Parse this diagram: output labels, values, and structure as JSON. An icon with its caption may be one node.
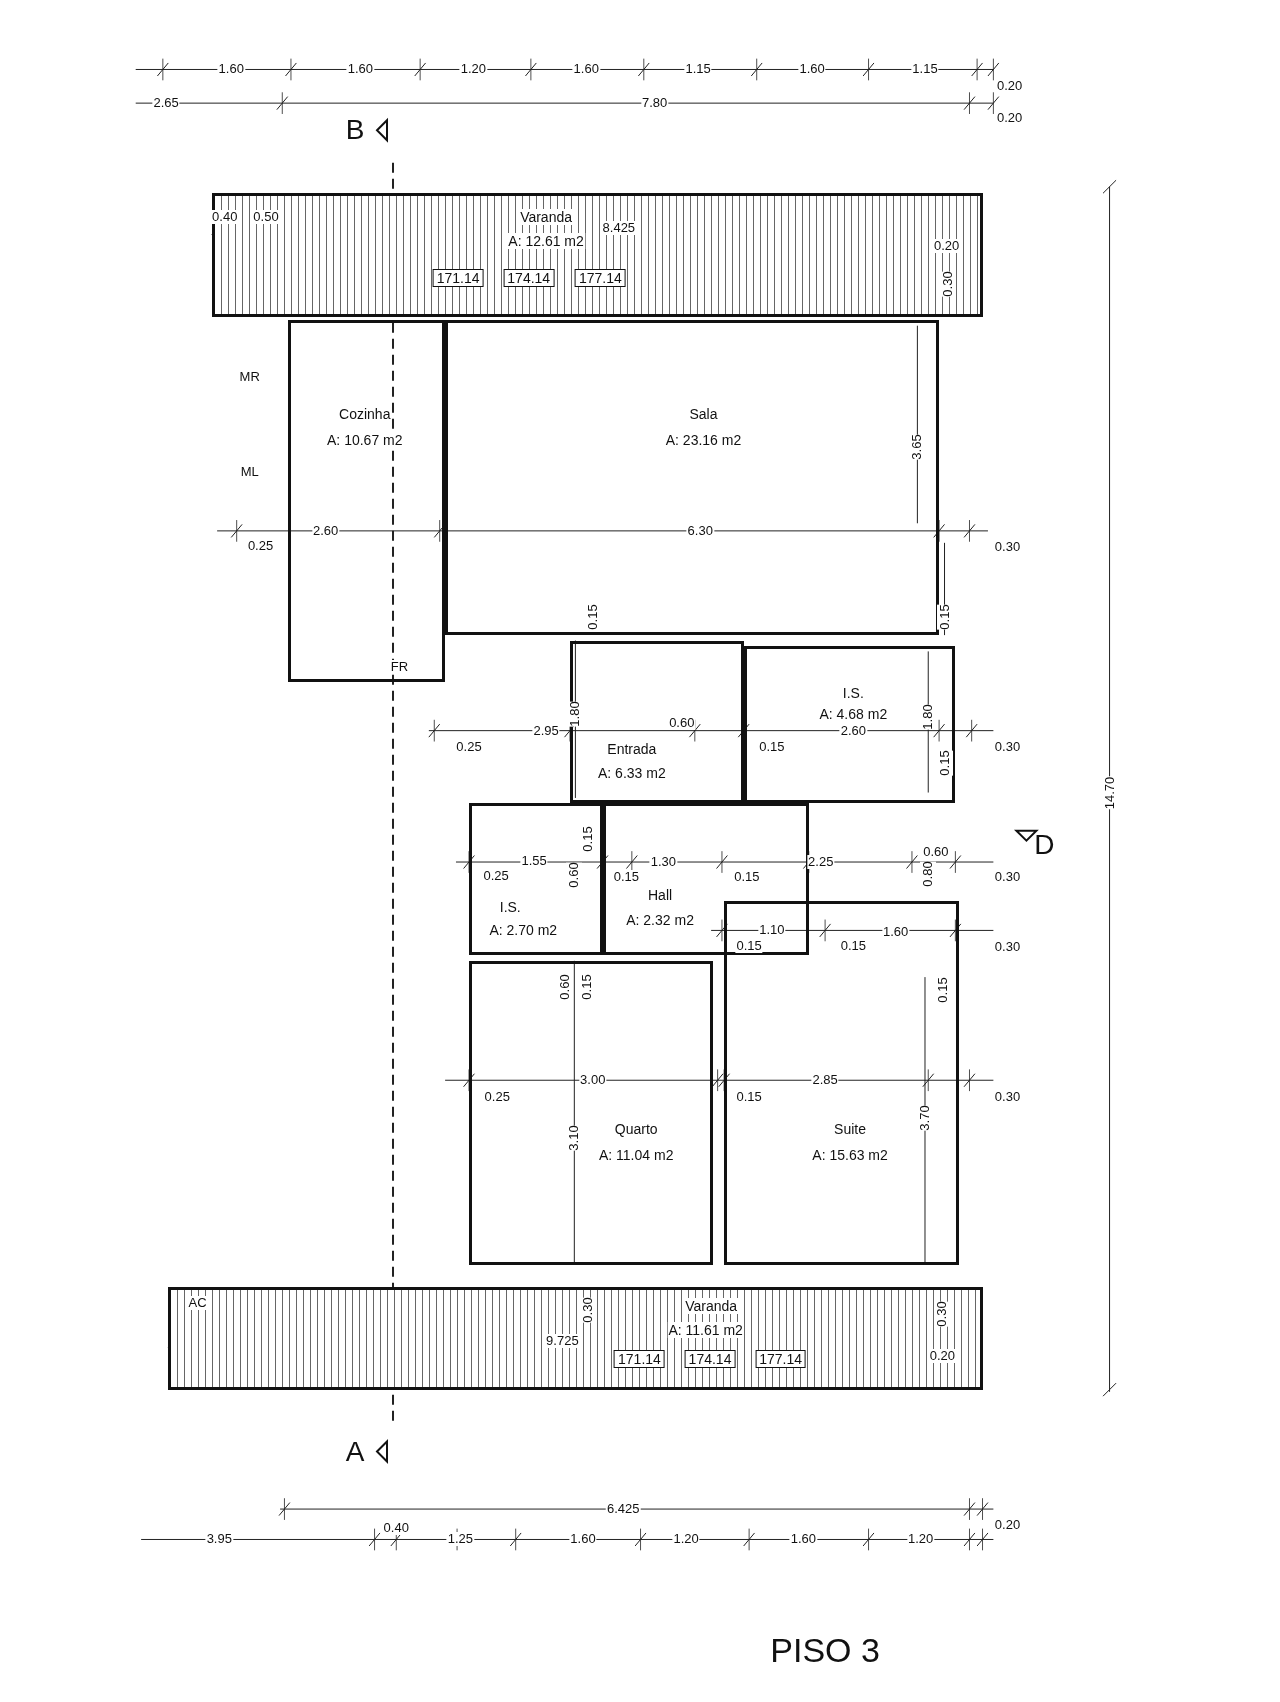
{
  "diagram": {
    "title": "PISO 3",
    "nodes": [
      {
        "text": [
          "Varanda",
          "A: 12.61 m2"
        ]
      },
      {
        "text": [
          "Cozinha",
          "A: 10.67 m2"
        ]
      },
      {
        "text": [
          "Sala",
          "A: 23.16 m2"
        ]
      },
      {
        "text": [
          "Entrada",
          "A: 6.33 m2"
        ]
      },
      {
        "text": [
          "I.S.",
          "A: 4.68 m2"
        ]
      },
      {
        "text": [
          "I.S.",
          "A: 2.70 m2"
        ]
      },
      {
        "text": [
          "Hall",
          "A: 2.32 m2"
        ]
      },
      {
        "text": [
          "Quarto",
          "A: 11.04 m2"
        ]
      },
      {
        "text": [
          "Suite",
          "A: 15.63 m2"
        ]
      },
      {
        "text": [
          "Varanda",
          "A: 11.61 m2"
        ]
      }
    ],
    "labels": [
      "1.60",
      "1.60",
      "1.20",
      "1.60",
      "1.15",
      "1.60",
      "1.15",
      "0.20",
      "2.65",
      "7.80",
      "0.20",
      "B",
      "0.40",
      "0.50",
      "8.425",
      "0.20",
      "0.30",
      "171.14",
      "174.14",
      "177.14",
      "MR",
      "3.65",
      "ML",
      "2.60",
      "6.30",
      "0.25",
      "0.30",
      "0.15",
      "0.15",
      "FR",
      "1.80",
      "0.60",
      "1.80",
      "2.95",
      "2.60",
      "0.25",
      "0.15",
      "0.30",
      "0.15",
      "14.70",
      "0.15",
      "1.55",
      "1.30",
      "2.25",
      "0.60",
      "D",
      "0.25",
      "0.60",
      "0.15",
      "0.15",
      "0.80",
      "0.30",
      "1.10",
      "1.60",
      "0.15",
      "0.15",
      "0.30",
      "0.60",
      "0.15",
      "0.15",
      "3.00",
      "2.85",
      "0.25",
      "0.15",
      "0.30",
      "3.70",
      "3.10",
      "AC",
      "0.30",
      "0.30",
      "9.725",
      "171.14",
      "174.14",
      "177.14",
      "0.20",
      "A",
      "6.425",
      "0.20",
      "3.95",
      "0.40",
      "1.25",
      "1.60",
      "1.20",
      "1.60",
      "1.20"
    ]
  }
}
